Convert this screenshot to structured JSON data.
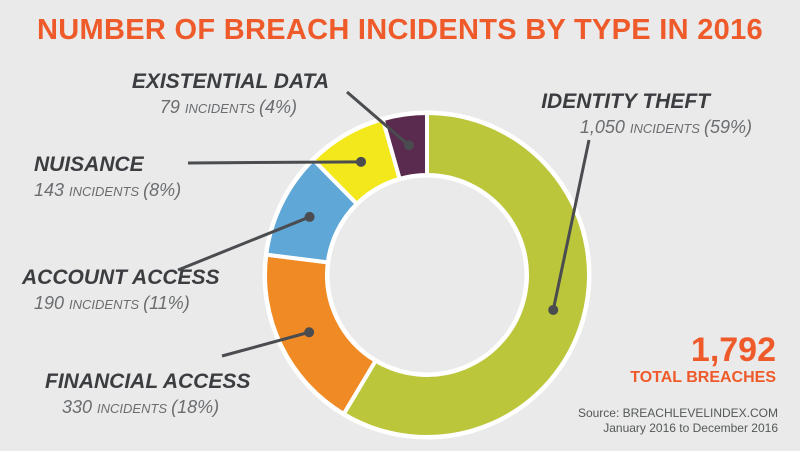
{
  "title": "NUMBER OF BREACH INCIDENTS BY TYPE IN 2016",
  "total": {
    "value": "1,792",
    "label": "TOTAL BREACHES"
  },
  "source": {
    "line1": "Source: BREACHLEVELINDEX.COM",
    "line2": "January 2016 to December 2016"
  },
  "colors": {
    "title": "#ef5a2a",
    "identity": "#bcc63b",
    "financial": "#f08a25",
    "account": "#5ea7d6",
    "nuisance": "#f3e81b",
    "existential": "#5a2a4f"
  },
  "chart_data": {
    "type": "pie",
    "variant": "donut",
    "title": "NUMBER OF BREACH INCIDENTS BY TYPE IN 2016",
    "unit_word": "INCIDENTS",
    "slices": [
      {
        "key": "identity",
        "label": "IDENTITY THEFT",
        "value": 1050,
        "value_text": "1,050",
        "percent_text": "(59%)",
        "color": "#bcc63b"
      },
      {
        "key": "financial",
        "label": "FINANCIAL ACCESS",
        "value": 330,
        "value_text": "330",
        "percent_text": "(18%)",
        "color": "#f08a25"
      },
      {
        "key": "account",
        "label": "ACCOUNT ACCESS",
        "value": 190,
        "value_text": "190",
        "percent_text": "(11%)",
        "color": "#5ea7d6"
      },
      {
        "key": "nuisance",
        "label": "NUISANCE",
        "value": 143,
        "value_text": "143",
        "percent_text": "(8%)",
        "color": "#f3e81b"
      },
      {
        "key": "existential",
        "label": "EXISTENTIAL DATA",
        "value": 79,
        "value_text": "79",
        "percent_text": "(4%)",
        "color": "#5a2a4f"
      }
    ]
  }
}
